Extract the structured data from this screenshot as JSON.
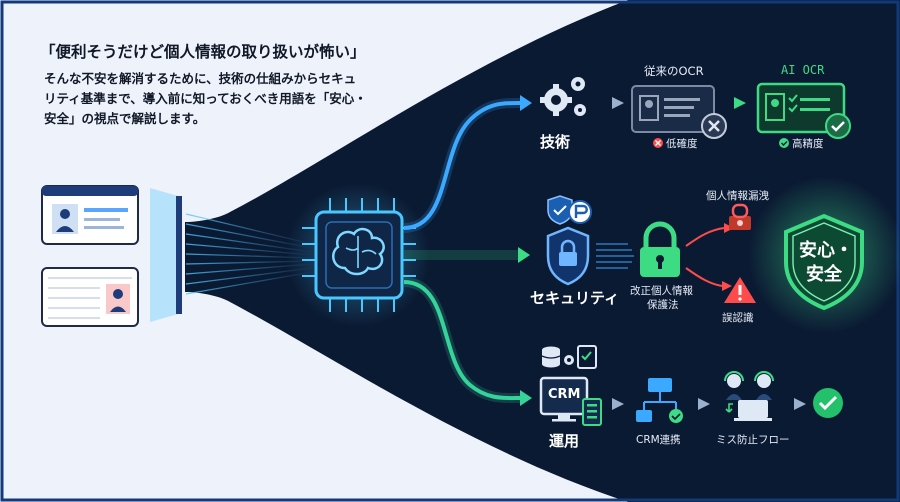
{
  "intro": {
    "headline": "「便利そうだけど個人情報の取り扱いが怖い」",
    "line1": "そんな不安を解消するために、技術の仕組みからセキュ",
    "line2": "リティ基準まで、導入前に知っておくべき用語を「安心・",
    "line3": "安全」の視点で解説します。"
  },
  "branches": {
    "tech": {
      "label": "技術",
      "old_ocr_label": "従来のOCR",
      "old_ocr_result": "低確度",
      "ai_ocr_label": "AI OCR",
      "ai_ocr_result": "高精度"
    },
    "security": {
      "label": "セキュリティ",
      "law_line1": "改正個人情報",
      "law_line2": "保護法",
      "leak_label": "個人情報漏洩",
      "misrecog_label": "誤認識",
      "shield_line1": "安心・",
      "shield_line2": "安全"
    },
    "operation": {
      "label": "運用",
      "crm_text": "CRM",
      "crm_link_label": "CRM連携",
      "mistake_flow_label": "ミス防止フロー"
    }
  },
  "icons": [
    "id-card-icon",
    "document-card-icon",
    "projector-lens-icon",
    "ai-brain-chip-icon",
    "gears-icon",
    "ocr-card-icon",
    "cross-icon",
    "check-icon",
    "shield-icon",
    "privacy-badge-icon",
    "padlock-icon",
    "alert-icon",
    "database-icon",
    "checklist-icon",
    "monitor-icon",
    "tablet-icon",
    "flowchart-icon",
    "operator-icon",
    "laptop-icon"
  ],
  "colors": {
    "background_dark": "#0b1a33",
    "background_light": "#eef3fb",
    "tech_blue": "#3aa9ff",
    "security_green": "#3ddc84",
    "alert_red": "#ff4b4b",
    "chip_cyan": "#49c8ff"
  }
}
